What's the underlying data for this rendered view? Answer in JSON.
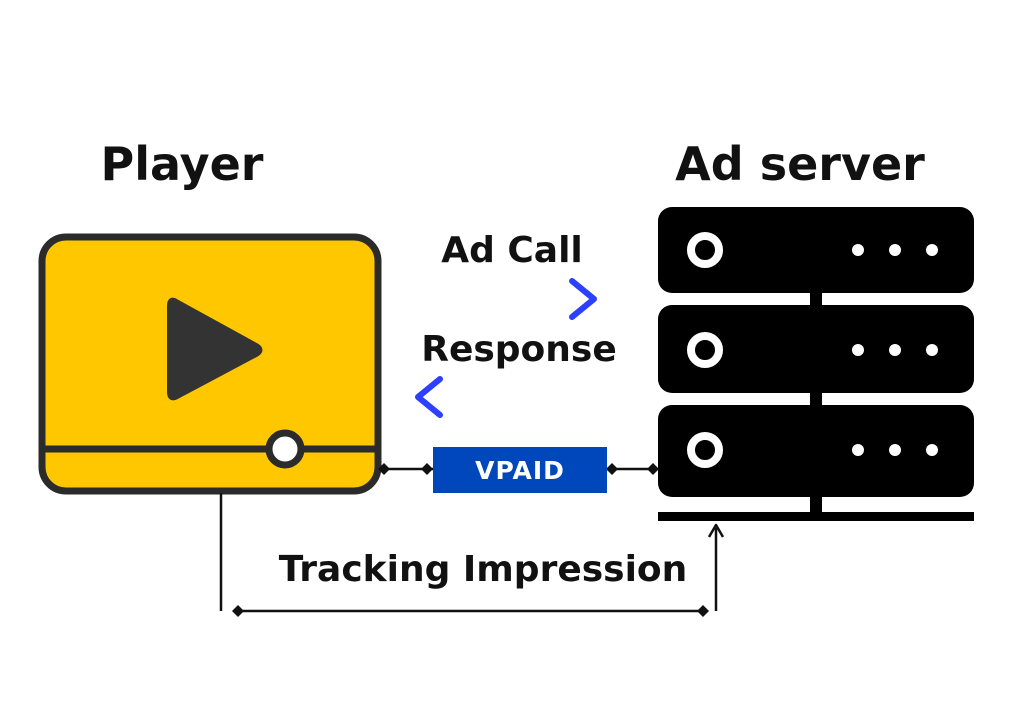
{
  "player": {
    "title": "Player"
  },
  "ad_server": {
    "title": "Ad server"
  },
  "ad_call": {
    "label": "Ad Call"
  },
  "response": {
    "label": "Response"
  },
  "vpaid": {
    "label": "VPAID"
  },
  "tracking": {
    "label": "Tracking Impression"
  },
  "colors": {
    "player_fill": "#FFC700",
    "player_stroke": "#2B2B2B",
    "play_icon": "#333333",
    "server_fill": "#000000",
    "vpaid_fill": "#0047BB",
    "vpaid_text": "#FFFFFF",
    "arrow_gradient_start": "#E0186A",
    "arrow_gradient_end": "#2E40FF"
  },
  "icons": {
    "player": "video-player-icon",
    "play": "play-icon",
    "server": "server-rack-icon"
  }
}
